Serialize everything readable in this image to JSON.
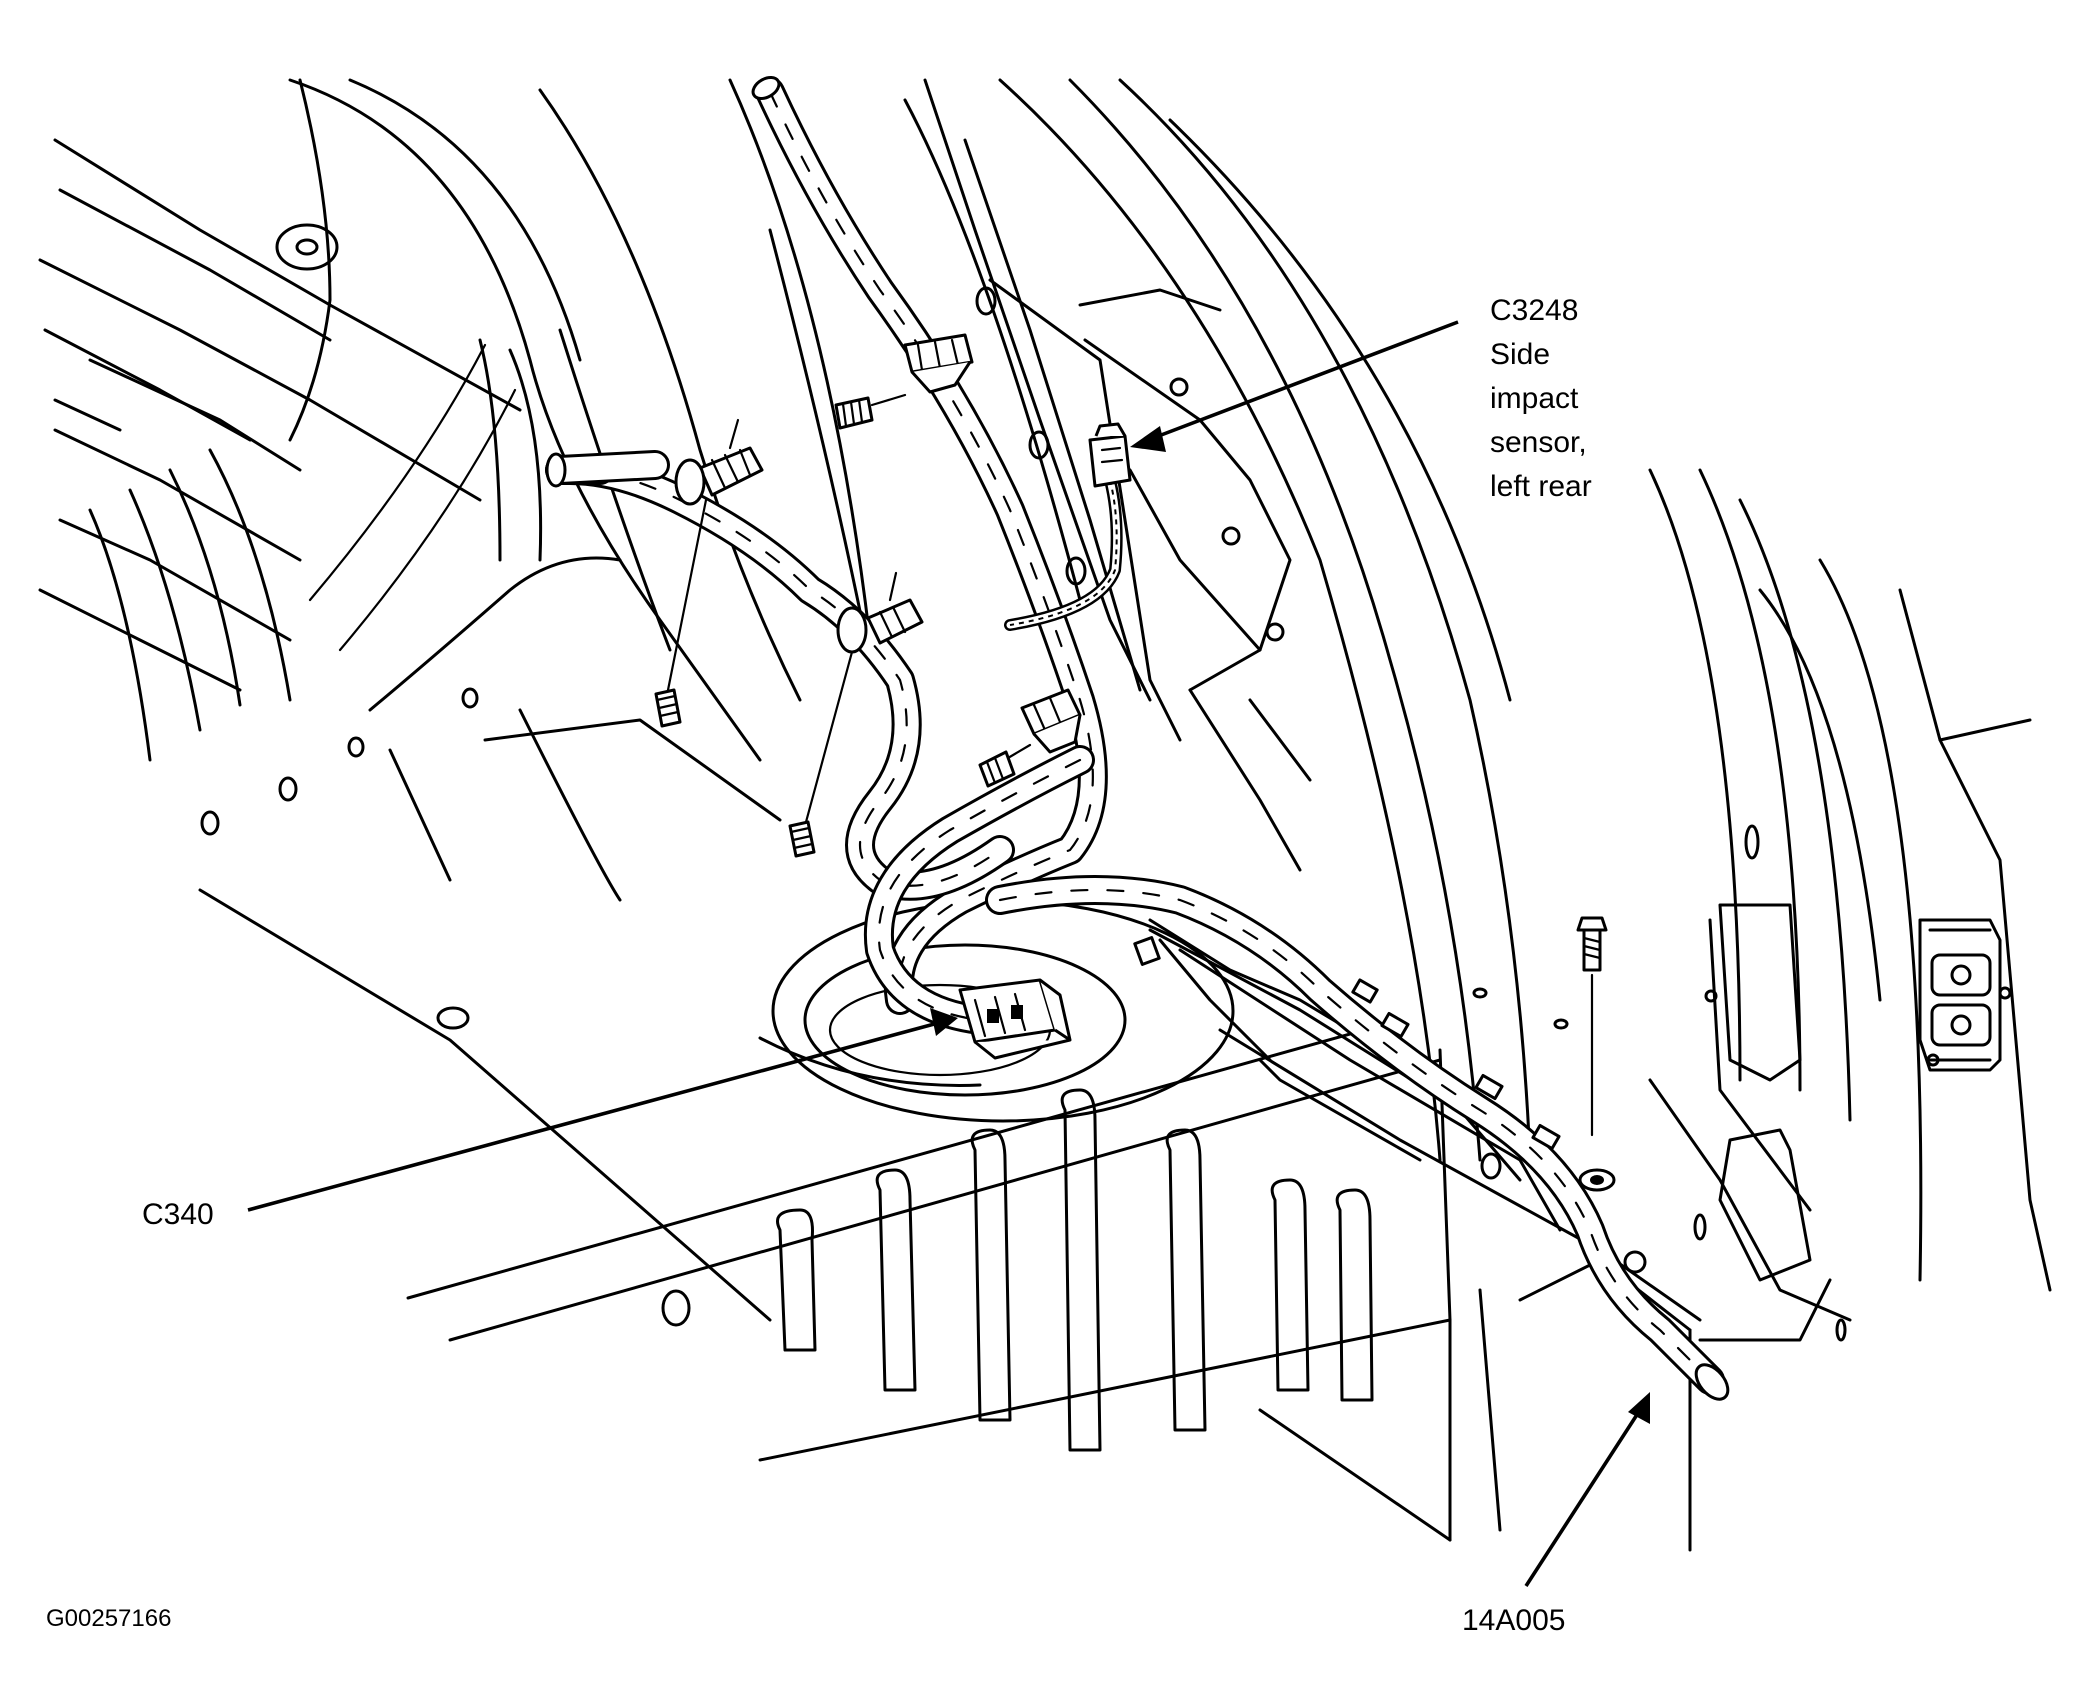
{
  "labels": {
    "c3248_code": "C3248",
    "c3248_line1": "Side",
    "c3248_line2": "impact",
    "c3248_line3": "sensor,",
    "c3248_line4": "left rear",
    "c340": "C340",
    "harness": "14A005",
    "figure_id": "G00257166"
  }
}
